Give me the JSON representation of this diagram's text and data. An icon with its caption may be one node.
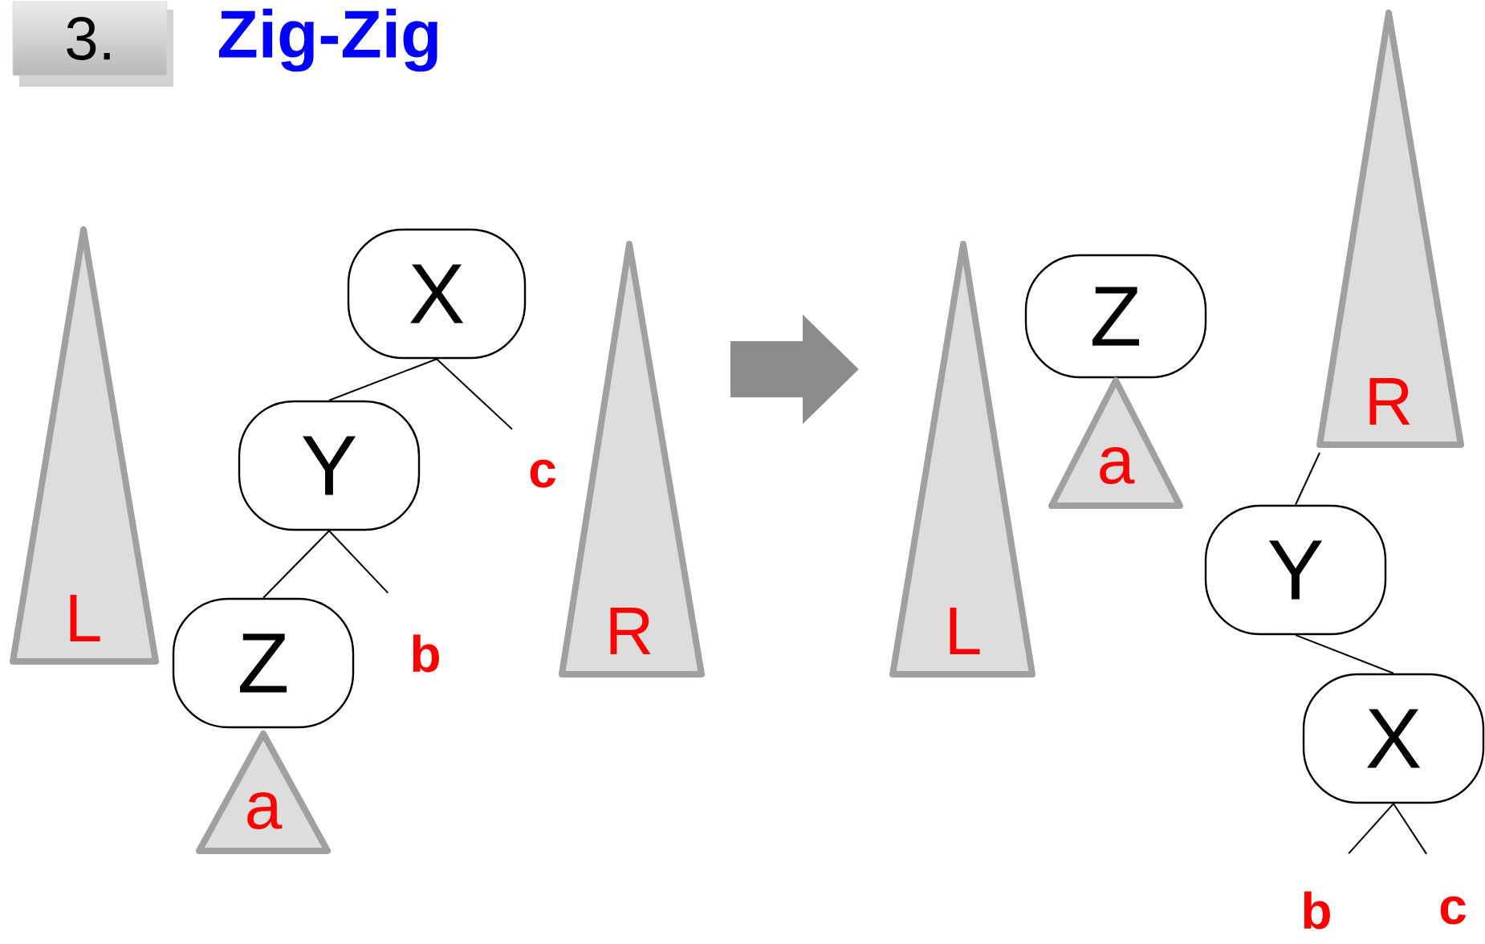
{
  "diagram": {
    "title": "Zig-Zig",
    "nodes": [
      {
        "text": [
          "3."
        ]
      },
      {
        "text": [
          "X"
        ]
      },
      {
        "text": [
          "Y"
        ]
      },
      {
        "text": [
          "Z"
        ]
      },
      {
        "text": [
          "L"
        ]
      },
      {
        "text": [
          "a"
        ]
      },
      {
        "text": [
          "R"
        ]
      },
      {
        "text": [
          "c"
        ]
      },
      {
        "text": [
          "b"
        ]
      },
      {
        "text": [
          "L"
        ]
      },
      {
        "text": [
          "Z"
        ]
      },
      {
        "text": [
          "a"
        ]
      },
      {
        "text": [
          "R"
        ]
      },
      {
        "text": [
          "Y"
        ]
      },
      {
        "text": [
          "X"
        ]
      },
      {
        "text": [
          "b"
        ]
      },
      {
        "text": [
          "c"
        ]
      }
    ],
    "edges": [
      {
        "from": 1,
        "to": 2,
        "arrow": "none"
      },
      {
        "from": 1,
        "to": 7,
        "arrow": "none"
      },
      {
        "from": 2,
        "to": 3,
        "arrow": "none"
      },
      {
        "from": 2,
        "to": 8,
        "arrow": "none"
      },
      {
        "from": 12,
        "to": 13,
        "arrow": "none"
      },
      {
        "from": 13,
        "to": 14,
        "arrow": "none"
      },
      {
        "from": 14,
        "to": 15,
        "arrow": "none"
      },
      {
        "from": 14,
        "to": 16,
        "arrow": "none"
      },
      {
        "from": 6,
        "to": 9,
        "arrow": "to",
        "style": "thick",
        "color": "#8c8c8c"
      }
    ]
  }
}
